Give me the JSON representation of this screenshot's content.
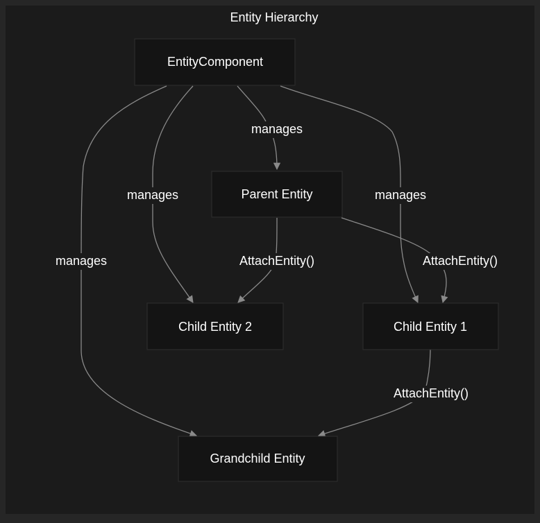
{
  "diagram": {
    "title": "Entity Hierarchy",
    "nodes": {
      "entity_component": "EntityComponent",
      "parent_entity": "Parent Entity",
      "child_entity_2": "Child Entity 2",
      "child_entity_1": "Child Entity 1",
      "grandchild_entity": "Grandchild Entity"
    },
    "edges": [
      {
        "from": "EntityComponent",
        "to": "Parent Entity",
        "label": "manages"
      },
      {
        "from": "EntityComponent",
        "to": "Child Entity 2",
        "label": "manages"
      },
      {
        "from": "EntityComponent",
        "to": "Child Entity 1",
        "label": "manages"
      },
      {
        "from": "EntityComponent",
        "to": "Grandchild Entity",
        "label": "manages"
      },
      {
        "from": "Parent Entity",
        "to": "Child Entity 2",
        "label": "AttachEntity()"
      },
      {
        "from": "Parent Entity",
        "to": "Child Entity 1",
        "label": "AttachEntity()"
      },
      {
        "from": "Child Entity 1",
        "to": "Grandchild Entity",
        "label": "AttachEntity()"
      }
    ]
  },
  "colors": {
    "background": "#1b1b1b",
    "node_fill": "#141414",
    "edge_stroke": "#8a8a8a",
    "text": "#ffffff"
  }
}
